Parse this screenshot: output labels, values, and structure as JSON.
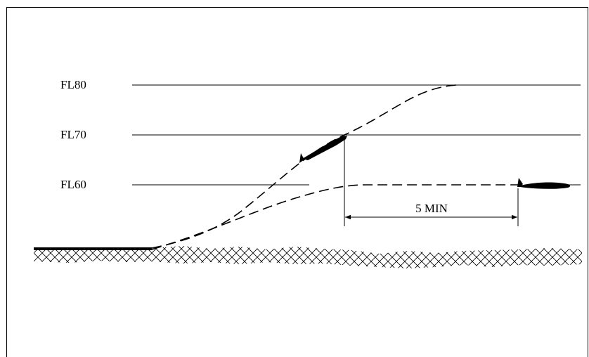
{
  "flight_levels": [
    {
      "label": "FL80"
    },
    {
      "label": "FL70"
    },
    {
      "label": "FL60"
    }
  ],
  "interval": {
    "label": "5 MIN"
  },
  "colors": {
    "line": "#000000",
    "background": "#ffffff"
  }
}
